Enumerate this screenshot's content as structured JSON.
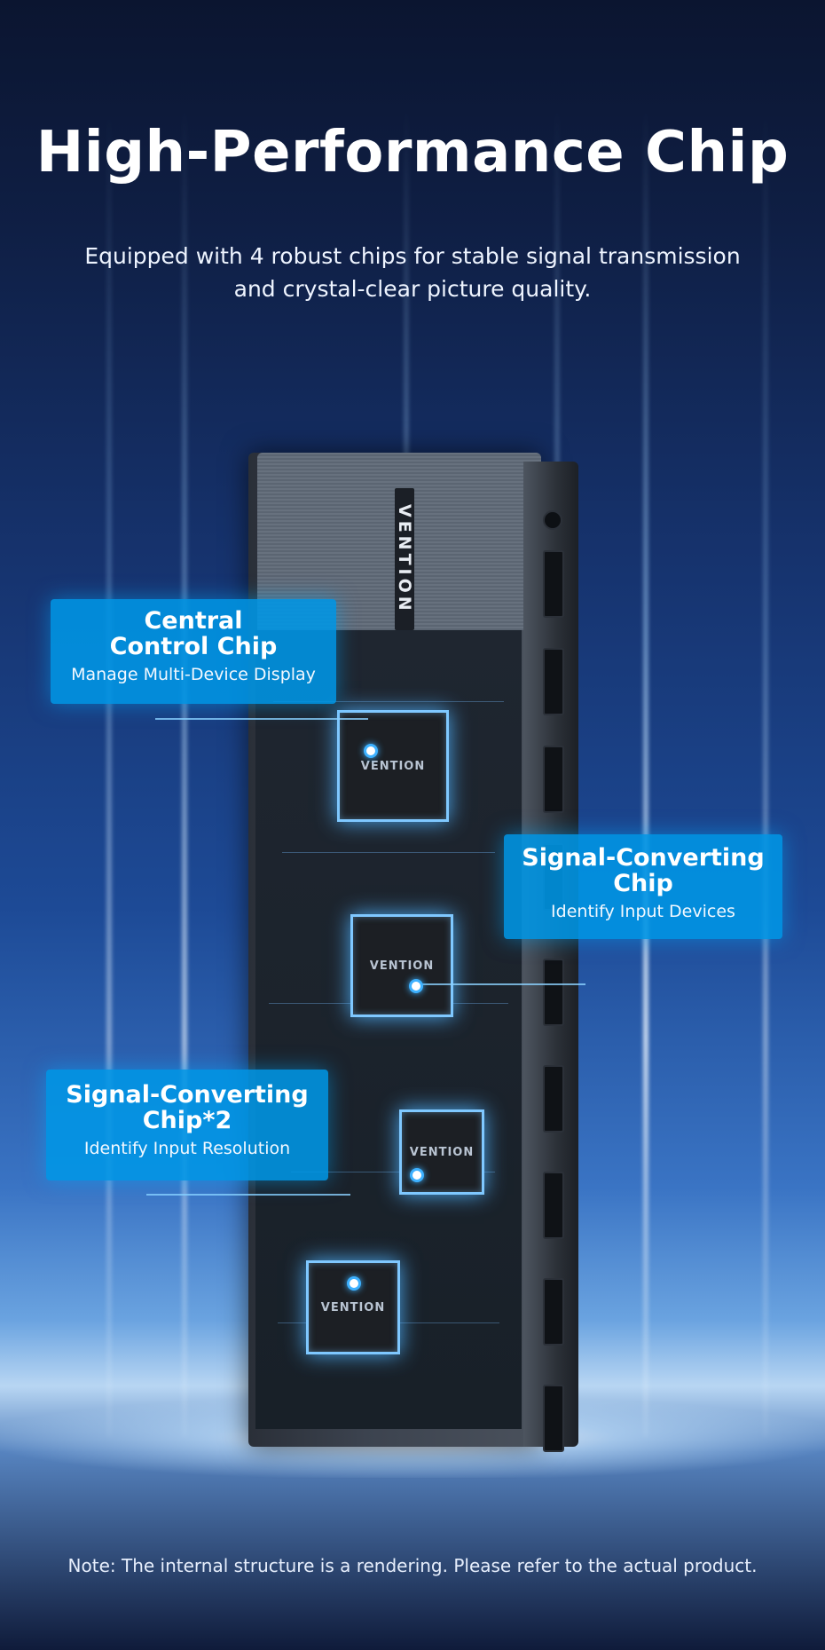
{
  "header": {
    "title": "High-Performance Chip",
    "subtitle_line1": "Equipped with 4 robust chips for stable signal transmission",
    "subtitle_line2": "and crystal-clear picture quality."
  },
  "device": {
    "brand": "VENTION",
    "chip_marking": "VENTION"
  },
  "callouts": [
    {
      "title_line1": "Central",
      "title_line2": "Control Chip",
      "subtitle": "Manage Multi-Device Display"
    },
    {
      "title_line1": "Signal-Converting",
      "title_line2": "Chip",
      "subtitle": "Identify Input Devices"
    },
    {
      "title_line1": "Signal-Converting",
      "title_line2": "Chip*2",
      "subtitle": "Identify Input Resolution"
    }
  ],
  "footer": {
    "note": "Note: The internal structure is a rendering. Please refer to the actual product."
  },
  "colors": {
    "callout_blue": "#0096e6",
    "chip_glow": "#3db1ff"
  }
}
